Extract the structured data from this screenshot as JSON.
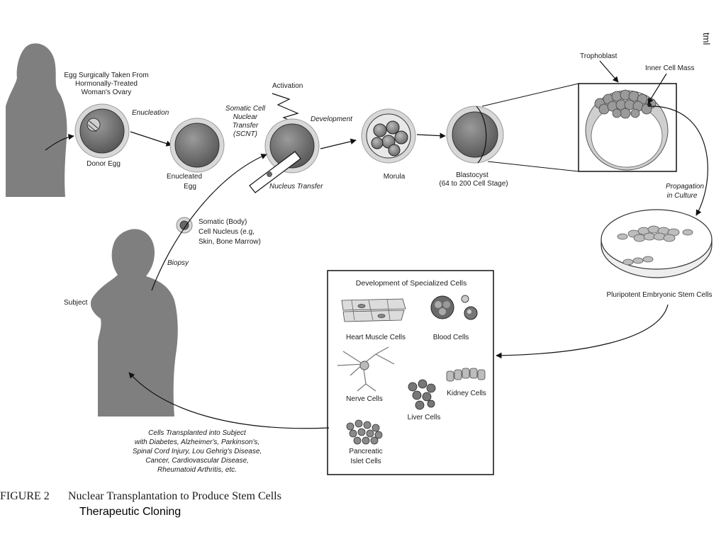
{
  "corner_mark": "tml",
  "labels": {
    "egg_source": [
      "Egg Surgically Taken From",
      "Hormonally-Treated",
      "Woman's Ovary"
    ],
    "enucleation": "Enucleation",
    "donor_egg": "Donor Egg",
    "enucleated_egg": [
      "Enucleated",
      "Egg"
    ],
    "activation": "Activation",
    "scnt": [
      "Somatic Cell",
      "Nuclear",
      "Transfer",
      "(SCNT)"
    ],
    "development": "Development",
    "nucleus_transfer": "Nucleus Transfer",
    "morula": "Morula",
    "blastocyst": [
      "Blastocyst",
      "(64 to 200 Cell Stage)"
    ],
    "trophoblast": "Trophoblast",
    "inner_cell_mass": "Inner Cell Mass",
    "propagation": [
      "Propagation",
      "in Culture"
    ],
    "stem_cells": "Pluripotent Embryonic Stem Cells",
    "somatic_nucleus": [
      "Somatic (Body)",
      "Cell Nucleus (e.g,",
      "Skin, Bone Marrow)"
    ],
    "biopsy": "Biopsy",
    "subject": "Subject",
    "specialized_title": "Development of Specialized Cells",
    "heart": "Heart Muscle Cells",
    "blood": "Blood Cells",
    "nerve": "Nerve Cells",
    "kidney": "Kidney Cells",
    "liver": "Liver Cells",
    "pancreatic": [
      "Pancreatic",
      "Islet Cells"
    ],
    "transplant": [
      "Cells Transplanted into Subject",
      "with Diabetes, Alzheimer's, Parkinson's,",
      "Spinal Cord Injury, Lou Gehrig's Disease,",
      "Cancer, Cardiovascular Disease,",
      "Rheumatoid Arthritis, etc."
    ]
  },
  "figure": {
    "number": "FIGURE 2",
    "title": "Nuclear Transplantation to Produce Stem Cells",
    "subtitle": "Therapeutic Cloning"
  }
}
